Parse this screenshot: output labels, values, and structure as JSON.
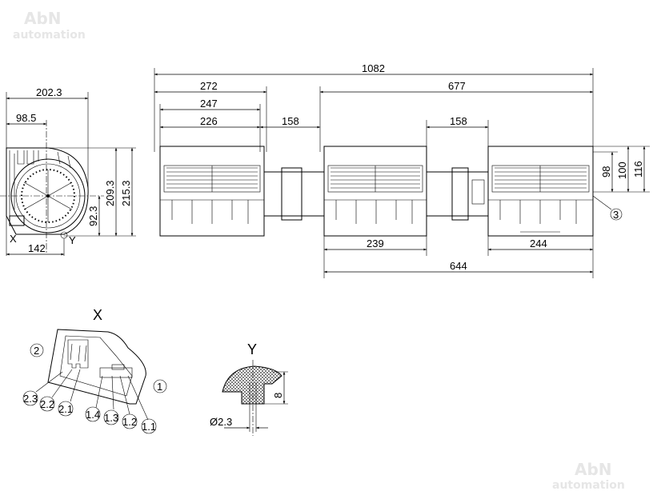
{
  "watermark": {
    "brand": "AbN",
    "sub": "automation"
  },
  "side_view": {
    "dims": {
      "width_total": "202.3",
      "axis_offset": "98.5",
      "height_inner": "209.3",
      "height_total": "215.3",
      "axis_height": "92.3",
      "bottom_width": "142"
    },
    "detail_x_marker": "X",
    "detail_y_marker": "Y"
  },
  "front_view": {
    "dims": {
      "overall": "1082",
      "left_span": "272",
      "right_span": "677",
      "left_247": "247",
      "left_226": "226",
      "gap_1": "158",
      "gap_2": "158",
      "h_98": "98",
      "h_100": "100",
      "h_116": "116",
      "mid_239": "239",
      "right_244": "244",
      "span_644": "644"
    },
    "callout_3": "3"
  },
  "detail_x": {
    "title": "X",
    "callouts": [
      "2",
      "1",
      "2.3",
      "2.2",
      "2.1",
      "1.4",
      "1.3",
      "1.2",
      "1.1"
    ]
  },
  "detail_y": {
    "title": "Y",
    "height": "8",
    "diameter": "Ø2.3"
  }
}
